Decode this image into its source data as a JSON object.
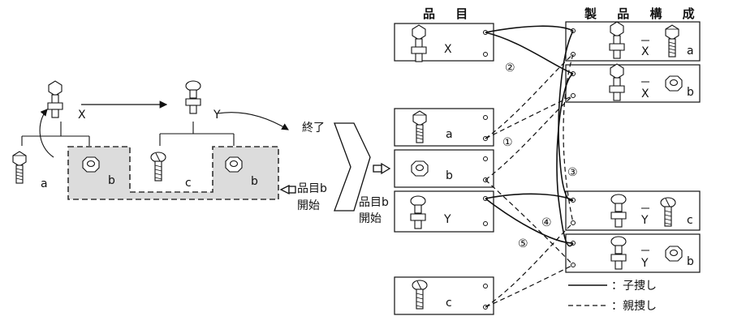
{
  "left": {
    "root_label": "X",
    "sub_label": "Y",
    "a": "a",
    "b1": "b",
    "c": "c",
    "b2": "b",
    "end_label": "終了",
    "start_label_1": "品目b",
    "start_label_2": "開始"
  },
  "arrow": {
    "label_1": "品目b",
    "label_2": "開始"
  },
  "headers": {
    "items": "品 目",
    "structure": "製 品 構 成"
  },
  "items": [
    {
      "label": "X"
    },
    {
      "label": "a"
    },
    {
      "label": "b"
    },
    {
      "label": "Y"
    },
    {
      "label": "c"
    }
  ],
  "structures": [
    {
      "parent": "X",
      "child": "a"
    },
    {
      "parent": "X",
      "child": "b"
    },
    {
      "parent": "Y",
      "child": "c"
    },
    {
      "parent": "Y",
      "child": "b"
    }
  ],
  "steps": [
    "②",
    "①",
    "③",
    "④",
    "⑤"
  ],
  "legend": {
    "solid": "：子捜し",
    "dashed": "：親捜し"
  }
}
